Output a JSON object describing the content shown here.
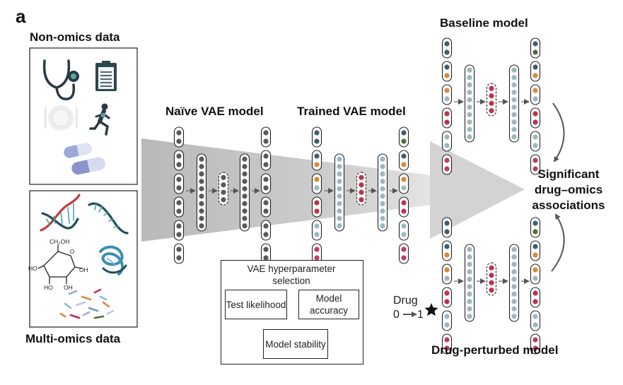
{
  "panel_label": "a",
  "inputs": {
    "non_omics_title": "Non-omics data",
    "multi_omics_title": "Multi-omics data",
    "non_omics_icons": [
      "stethoscope-icon",
      "clipboard-icon",
      "plate-icon",
      "runner-icon",
      "pills-icon"
    ],
    "multi_omics_icons": [
      "dna-icon",
      "rna-icon",
      "glucose-molecule-icon",
      "protein-icon",
      "microbes-icon"
    ],
    "glucose_labels": {
      "ch2oh": "CH₂OH",
      "oh": "OH",
      "ho": "HO"
    }
  },
  "models": {
    "naive": "Naïve VAE model",
    "trained": "Trained VAE model",
    "baseline": "Baseline model",
    "perturbed": "Drug-perturbed model"
  },
  "hyperparameter": {
    "title": "VAE hyperparameter selection",
    "criteria": [
      "Test likelihood",
      "Model accuracy",
      "Model stability"
    ]
  },
  "drug": {
    "label": "Drug",
    "change_from": "0",
    "change_to": "1"
  },
  "output": "Significant drug–omics associations",
  "colors": {
    "node_gray": "#545a5f",
    "node_blue": "#3d5f6e",
    "node_teal": "#9ab8bf",
    "node_orange": "#d98a3c",
    "node_red": "#c0304a",
    "node_pink": "#c03c68",
    "node_green": "#4f6e3a",
    "funnel": "#c9c9c9"
  }
}
